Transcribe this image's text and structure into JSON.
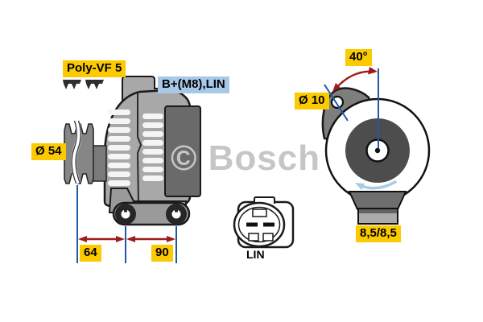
{
  "diagram": {
    "watermark": "© Bosch",
    "labels": {
      "belt_type": "Poly-VF 5",
      "terminals": "B+(M8),LIN",
      "pulley_diameter": "Ø 54",
      "dim_pulley_to_front_lug": "64",
      "dim_lug_span": "90",
      "connector_name": "LIN",
      "mounting_angle": "40°",
      "mounting_hole_diameter": "Ø 10",
      "foot_hole_sizes": "8,5/8,5"
    },
    "icons": {
      "belt_profile": "belt-cross-section-icon",
      "rotation": "counterclockwise-rotation-arrow",
      "angle": "double-headed-angle-arrow",
      "dimension": "double-headed-dimension-arrow"
    },
    "colors": {
      "label_yellow": "#fcca00",
      "label_blue": "#a8c8e8",
      "dimension_blue": "#1e5aa8",
      "arrow_dark_red": "#9e1b1b",
      "rotation_arrow_blue": "#a6cbe8",
      "body_gray": "#a8a8a8",
      "body_dark_gray": "#6a6a6a",
      "watermark_gray": "#c6c6c6"
    }
  }
}
